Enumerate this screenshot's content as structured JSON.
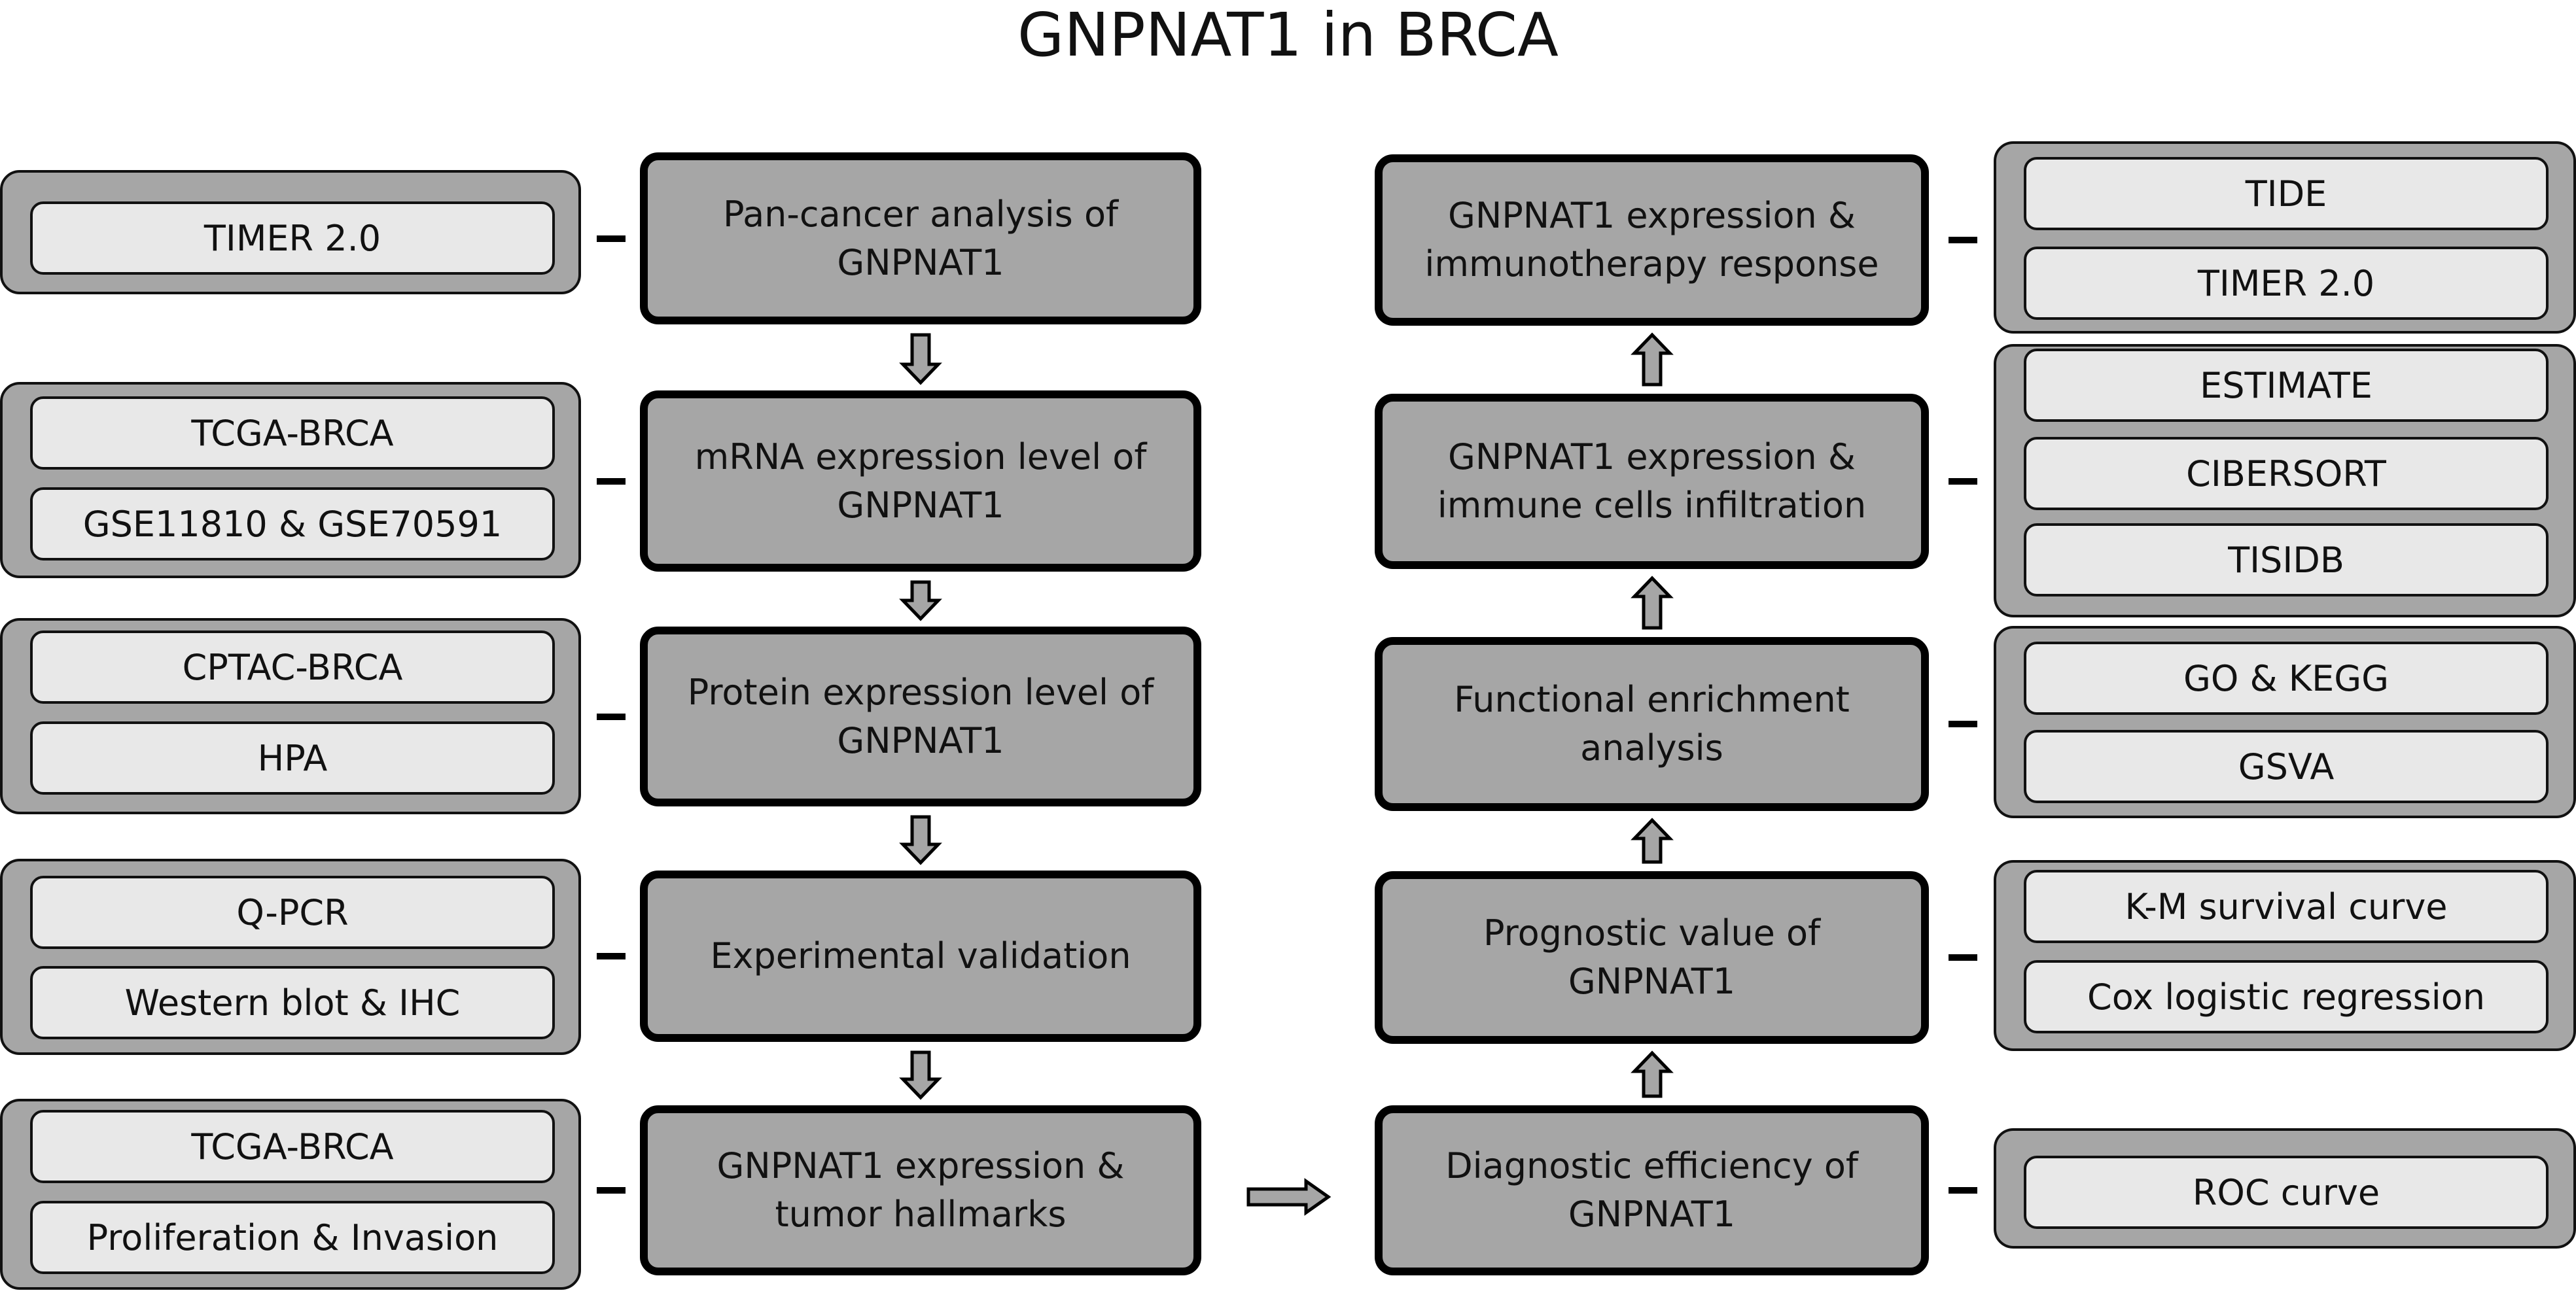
{
  "title": "GNPNAT1 in BRCA",
  "left_steps": [
    {
      "lines": [
        "Pan-cancer analysis of",
        "GNPNAT1"
      ],
      "tools": [
        "TIMER 2.0"
      ]
    },
    {
      "lines": [
        "mRNA expression level of",
        "GNPNAT1"
      ],
      "tools": [
        "TCGA-BRCA",
        "GSE11810  &  GSE70591"
      ]
    },
    {
      "lines": [
        "Protein expression level of",
        "GNPNAT1"
      ],
      "tools": [
        "CPTAC-BRCA",
        "HPA"
      ]
    },
    {
      "lines": [
        "Experimental validation"
      ],
      "tools": [
        "Q-PCR",
        "Western blot  &  IHC"
      ]
    },
    {
      "lines": [
        "GNPNAT1 expression  &",
        "tumor hallmarks"
      ],
      "tools": [
        "TCGA-BRCA",
        "Proliferation  &  Invasion"
      ]
    }
  ],
  "right_steps": [
    {
      "lines": [
        "GNPNAT1 expression  &",
        "immunotherapy response"
      ],
      "tools": [
        "TIDE",
        "TIMER 2.0"
      ]
    },
    {
      "lines": [
        "GNPNAT1 expression  &",
        "immune cells infiltration"
      ],
      "tools": [
        "ESTIMATE",
        "CIBERSORT",
        "TISIDB"
      ]
    },
    {
      "lines": [
        "Functional enrichment",
        "analysis"
      ],
      "tools": [
        "GO  &  KEGG",
        "GSVA"
      ]
    },
    {
      "lines": [
        "Prognostic value of",
        "GNPNAT1"
      ],
      "tools": [
        "K-M survival curve",
        "Cox logistic regression"
      ]
    },
    {
      "lines": [
        "Diagnostic efficiency of",
        "GNPNAT1"
      ],
      "tools": [
        "ROC curve"
      ]
    }
  ]
}
